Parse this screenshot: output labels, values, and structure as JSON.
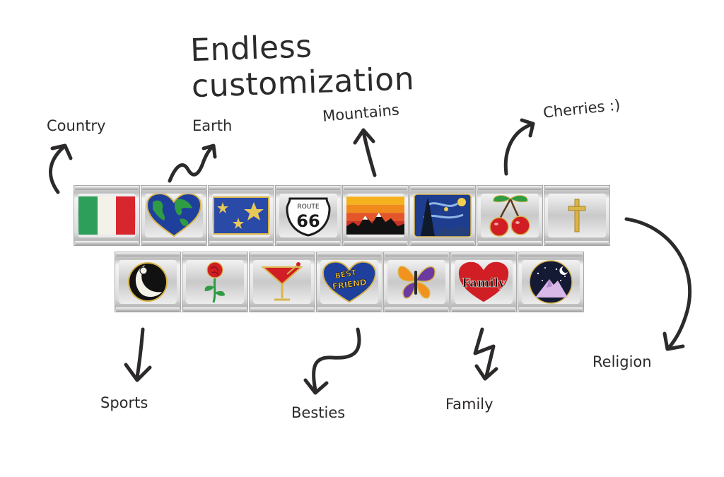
{
  "title": "Endless customization",
  "labels": {
    "country": "Country",
    "earth": "Earth",
    "mountains": "Mountains",
    "cherries": "Cherries :)",
    "religion": "Religion",
    "sports": "Sports",
    "besties": "Besties",
    "family": "Family"
  },
  "charm_text": {
    "route": "ROUTE",
    "route_number": "66",
    "best": "BEST",
    "friend": "FRIEND",
    "family": "Family"
  },
  "colors": {
    "ink": "#2d2a2a",
    "italy_green": "#2e9e5b",
    "italy_red": "#d8262e",
    "enamel_blue": "#1f3f9c",
    "enamel_red": "#d01e24",
    "gold": "#d9b54a"
  },
  "top_row_charms": [
    "italy-flag-icon",
    "earth-heart-icon",
    "stars-icon",
    "route-66-icon",
    "mountain-sunset-icon",
    "starry-night-icon",
    "cherries-icon",
    "cross-icon"
  ],
  "bottom_row_charms": [
    "eight-ball-moon-icon",
    "rose-icon",
    "cocktail-icon",
    "best-friend-heart-icon",
    "butterfly-icon",
    "family-heart-icon",
    "night-mountain-icon"
  ]
}
